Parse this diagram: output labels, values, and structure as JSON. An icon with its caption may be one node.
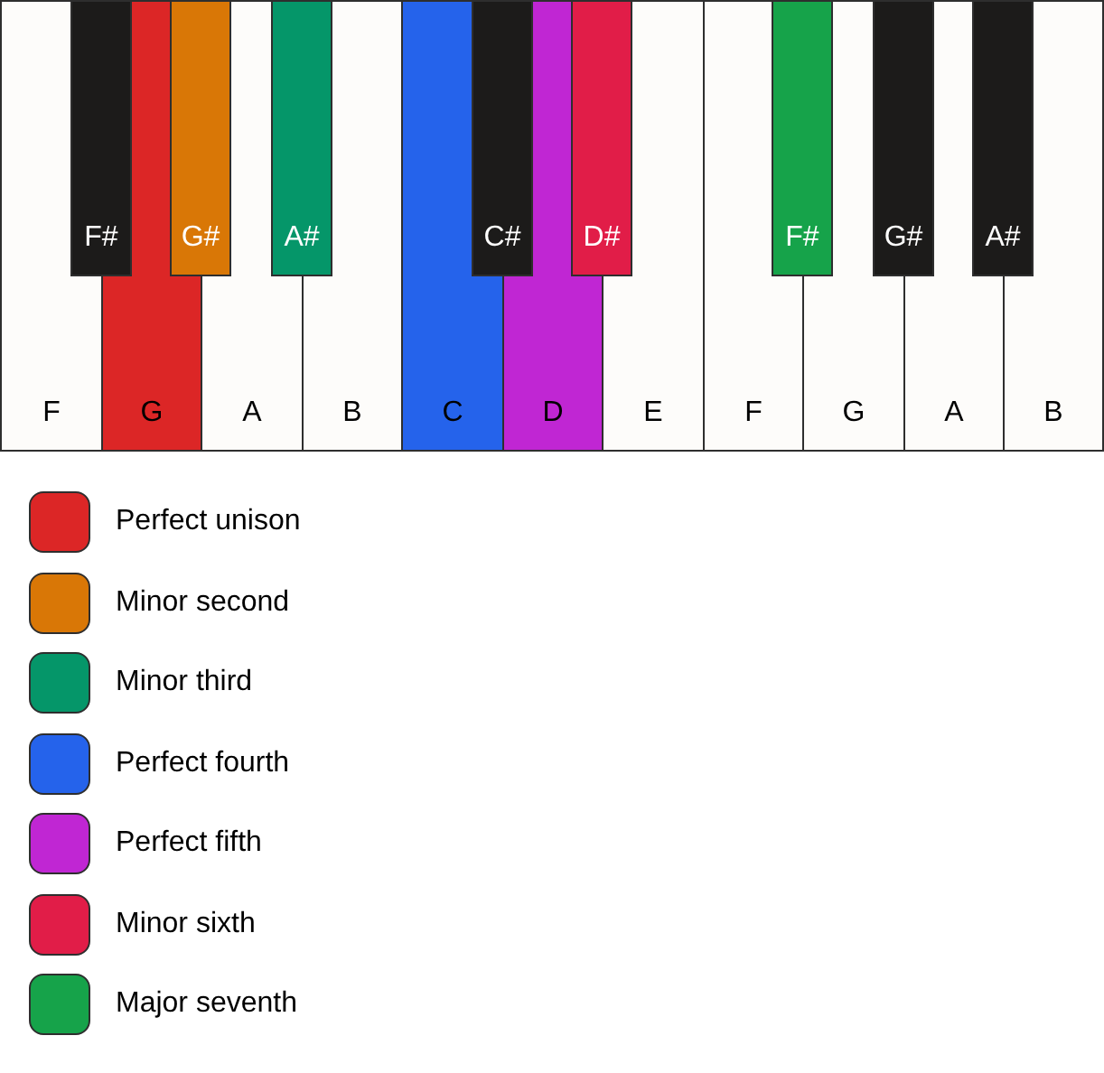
{
  "diagram": {
    "nodes": [
      {
        "text": [
          "F"
        ]
      },
      {
        "text": [
          "F#"
        ]
      },
      {
        "text": [
          "G"
        ]
      },
      {
        "text": [
          "G#"
        ]
      },
      {
        "text": [
          "A"
        ]
      },
      {
        "text": [
          "A#"
        ]
      },
      {
        "text": [
          "B"
        ]
      },
      {
        "text": [
          "C"
        ]
      },
      {
        "text": [
          "C#"
        ]
      },
      {
        "text": [
          "D"
        ]
      },
      {
        "text": [
          "D#"
        ]
      },
      {
        "text": [
          "E"
        ]
      },
      {
        "text": [
          "F"
        ]
      },
      {
        "text": [
          "F#"
        ]
      },
      {
        "text": [
          "G"
        ]
      },
      {
        "text": [
          "G#"
        ]
      },
      {
        "text": [
          "A"
        ]
      },
      {
        "text": [
          "A#"
        ]
      },
      {
        "text": [
          "B"
        ]
      }
    ],
    "legend": [
      {
        "text": "Perfect unison",
        "color": "#dc2626"
      },
      {
        "text": "Minor second",
        "color": "#d97706"
      },
      {
        "text": "Minor third",
        "color": "#059669"
      },
      {
        "text": "Perfect fourth",
        "color": "#2563eb"
      },
      {
        "text": "Perfect fifth",
        "color": "#c026d3"
      },
      {
        "text": "Minor sixth",
        "color": "#e11d48"
      },
      {
        "text": "Major seventh",
        "color": "#16a34a"
      }
    ]
  }
}
